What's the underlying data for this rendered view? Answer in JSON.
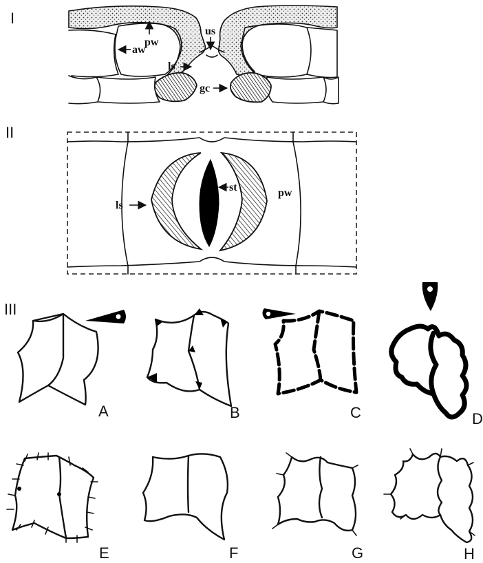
{
  "panels": {
    "p1": {
      "label": "I",
      "annotations": {
        "pw": "pw",
        "aw": "aw",
        "us": "us",
        "ls": "ls",
        "gc": "gc"
      }
    },
    "p2": {
      "label": "II",
      "annotations": {
        "ls": "ls",
        "st": "st",
        "pw": "pw"
      }
    },
    "p3": {
      "label": "III",
      "letters": [
        "A",
        "B",
        "C",
        "D",
        "E",
        "F",
        "G",
        "H"
      ]
    }
  },
  "colors": {
    "ink": "#111111",
    "stipple": "#e9e9e9"
  }
}
